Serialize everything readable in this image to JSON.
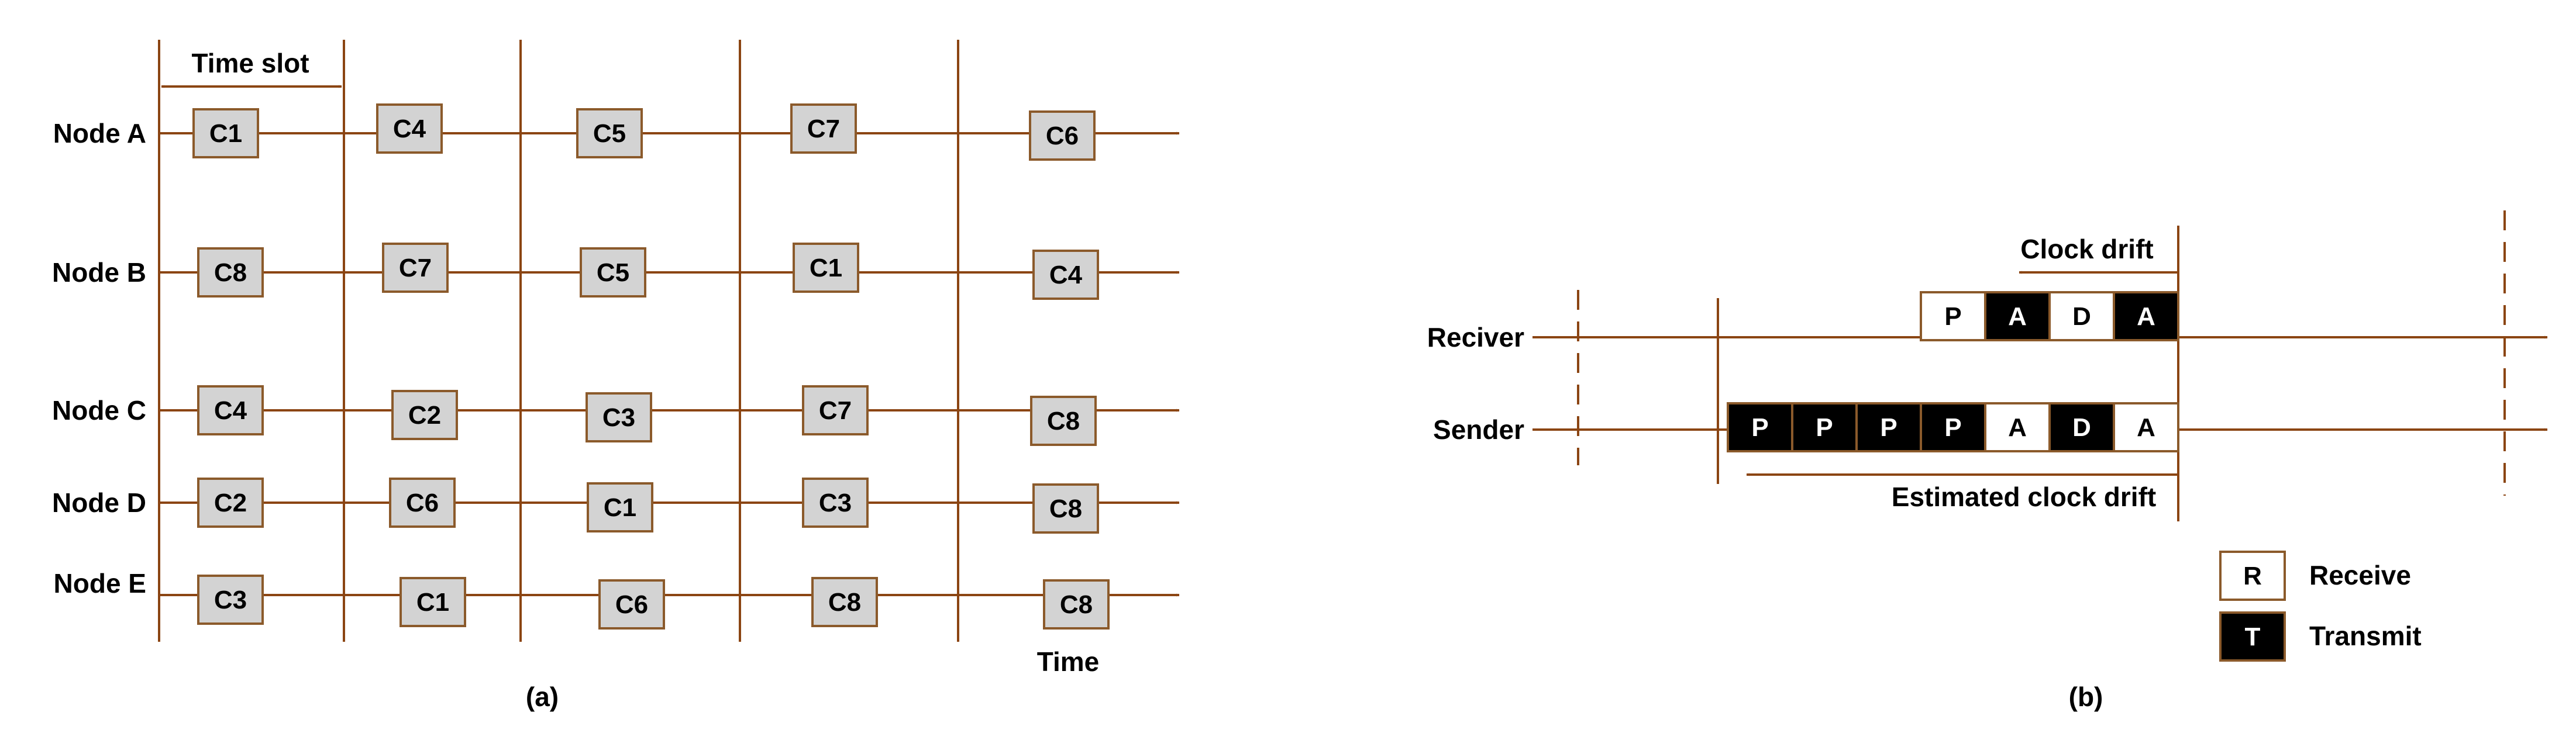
{
  "colors": {
    "line": "#8B4513",
    "cell_fill": "#D3D3D3",
    "cell_border": "#8B5A2B",
    "black": "#000000",
    "white": "#ffffff"
  },
  "panel_a": {
    "caption": "(a)",
    "time_slot_label": "Time slot",
    "time_label": "Time",
    "nodes": [
      {
        "label": "Node A",
        "cells": [
          "C1",
          "C4",
          "C5",
          "C7",
          "C6"
        ]
      },
      {
        "label": "Node B",
        "cells": [
          "C8",
          "C7",
          "C5",
          "C1",
          "C4"
        ]
      },
      {
        "label": "Node C",
        "cells": [
          "C4",
          "C2",
          "C3",
          "C7",
          "C8"
        ]
      },
      {
        "label": "Node D",
        "cells": [
          "C2",
          "C6",
          "C1",
          "C3",
          "C8"
        ]
      },
      {
        "label": "Node E",
        "cells": [
          "C3",
          "C1",
          "C6",
          "C8",
          "C8"
        ]
      }
    ]
  },
  "panel_b": {
    "caption": "(b)",
    "receiver_label": "Reciver",
    "sender_label": "Sender",
    "clock_drift_label": "Clock drift",
    "estimated_drift_label": "Estimated clock drift",
    "receiver_blocks": [
      {
        "text": "P",
        "type": "R"
      },
      {
        "text": "A",
        "type": "T"
      },
      {
        "text": "D",
        "type": "R"
      },
      {
        "text": "A",
        "type": "T"
      }
    ],
    "sender_blocks": [
      {
        "text": "P",
        "type": "T"
      },
      {
        "text": "P",
        "type": "T"
      },
      {
        "text": "P",
        "type": "T"
      },
      {
        "text": "P",
        "type": "T"
      },
      {
        "text": "A",
        "type": "R"
      },
      {
        "text": "D",
        "type": "T"
      },
      {
        "text": "A",
        "type": "R"
      }
    ],
    "legend": [
      {
        "symbol": "R",
        "label": "Receive",
        "type": "R"
      },
      {
        "symbol": "T",
        "label": "Transmit",
        "type": "T"
      }
    ]
  }
}
